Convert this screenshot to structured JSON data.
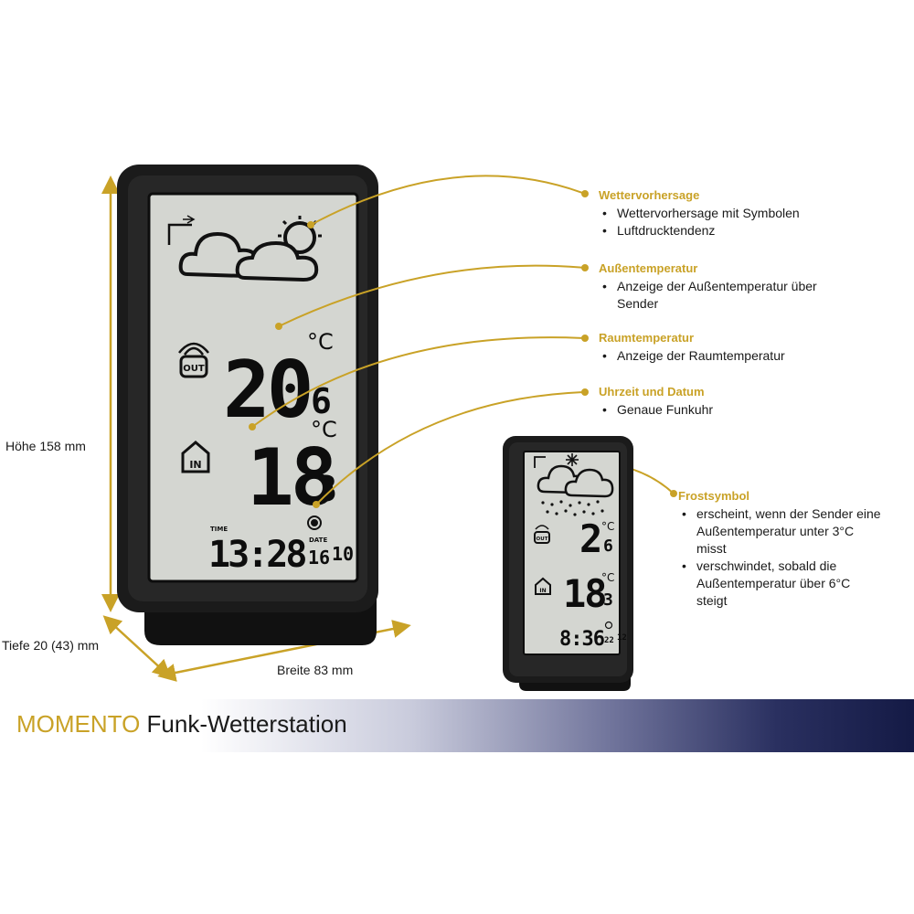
{
  "features": [
    {
      "title": "Wettervorhersage",
      "bullets": [
        "Wettervorhersage mit Symbolen",
        "Luftdrucktendenz"
      ]
    },
    {
      "title": "Außentemperatur",
      "bullets": [
        "Anzeige der Außentemperatur über Sender"
      ]
    },
    {
      "title": "Raumtemperatur",
      "bullets": [
        "Anzeige der Raumtemperatur"
      ]
    },
    {
      "title": "Uhrzeit und Datum",
      "bullets": [
        "Genaue Funkuhr"
      ]
    }
  ],
  "frost": {
    "title": "Frostsymbol",
    "bullets": [
      "erscheint, wenn der Sender eine Außentemperatur unter 3°C misst",
      "verschwindet, sobald die Außentemperatur über 6°C steigt"
    ]
  },
  "dimensions": {
    "height": "Höhe 158 mm",
    "depth": "Tiefe 20 (43) mm",
    "width": "Breite 83 mm"
  },
  "main_display": {
    "outdoor_temp_int": "20",
    "outdoor_temp_dec": "6",
    "indoor_temp_int": "18",
    "indoor_temp_dec": "3",
    "unit": "°C",
    "time": "13:28",
    "date_day": "16",
    "date_month": "10",
    "label_time": "TIME",
    "label_date": "DATE",
    "label_out": "OUT",
    "label_in": "IN"
  },
  "small_display": {
    "outdoor_temp_int": "2",
    "outdoor_temp_dec": "6",
    "indoor_temp_int": "18",
    "indoor_temp_dec": "3",
    "unit": "°C",
    "time": "8:36",
    "date_day": "22",
    "date_month": "12",
    "label_out": "OUT",
    "label_in": "IN"
  },
  "banner": {
    "brand": "MOMENTO",
    "product": "Funk-Wetterstation"
  },
  "colors": {
    "accent": "#c9a227",
    "device": "#1b1b1b",
    "lcd": "#d4d6d1",
    "banner_dark": "#141a45"
  }
}
